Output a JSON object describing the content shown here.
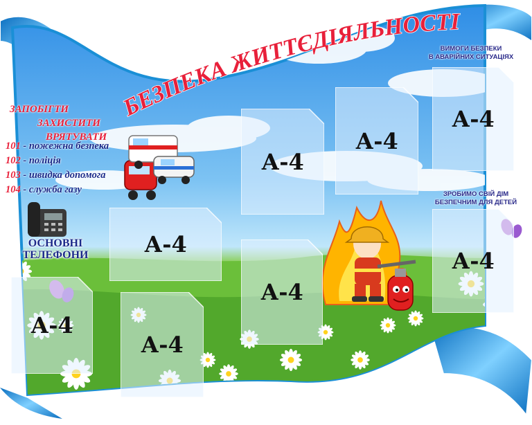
{
  "title": "БЕЗПЕКА ЖИТТЄДІЯЛЬНОСТІ",
  "slogan": [
    "ЗАПОБІГТИ",
    "ЗАХИСТИТИ",
    "ВРЯТУВАТИ"
  ],
  "emergency_numbers": [
    {
      "number": "101",
      "text": "- пожежна безпека"
    },
    {
      "number": "102",
      "text": "- поліція"
    },
    {
      "number": "103",
      "text": "- швидка допомога"
    },
    {
      "number": "104",
      "text": "- служба газу"
    }
  ],
  "phones_caption": [
    "ОСНОВНІ",
    "ТЕЛЕФОНИ"
  ],
  "requirements_caption": [
    "ВИМОГИ БЕЗПЕКИ",
    "В АВАРІЙНИХ СИТУАЦІЯХ"
  ],
  "home_caption": [
    "ЗРОБИМО СВІЙ ДІМ",
    "БЕЗПЕЧНИМ ДЛЯ ДЕТЕЙ"
  ],
  "pocket_label": "А-4",
  "colors": {
    "title_red": "#e8203a",
    "caption_blue": "#1b2a8a",
    "ribbon_blue": "#1a8fd6"
  },
  "icons": [
    "telephone-icon",
    "fire-truck-icon",
    "ambulance-icon",
    "police-car-icon",
    "firefighter-icon",
    "fire-extinguisher-icon",
    "daisy-icon",
    "butterfly-icon"
  ]
}
